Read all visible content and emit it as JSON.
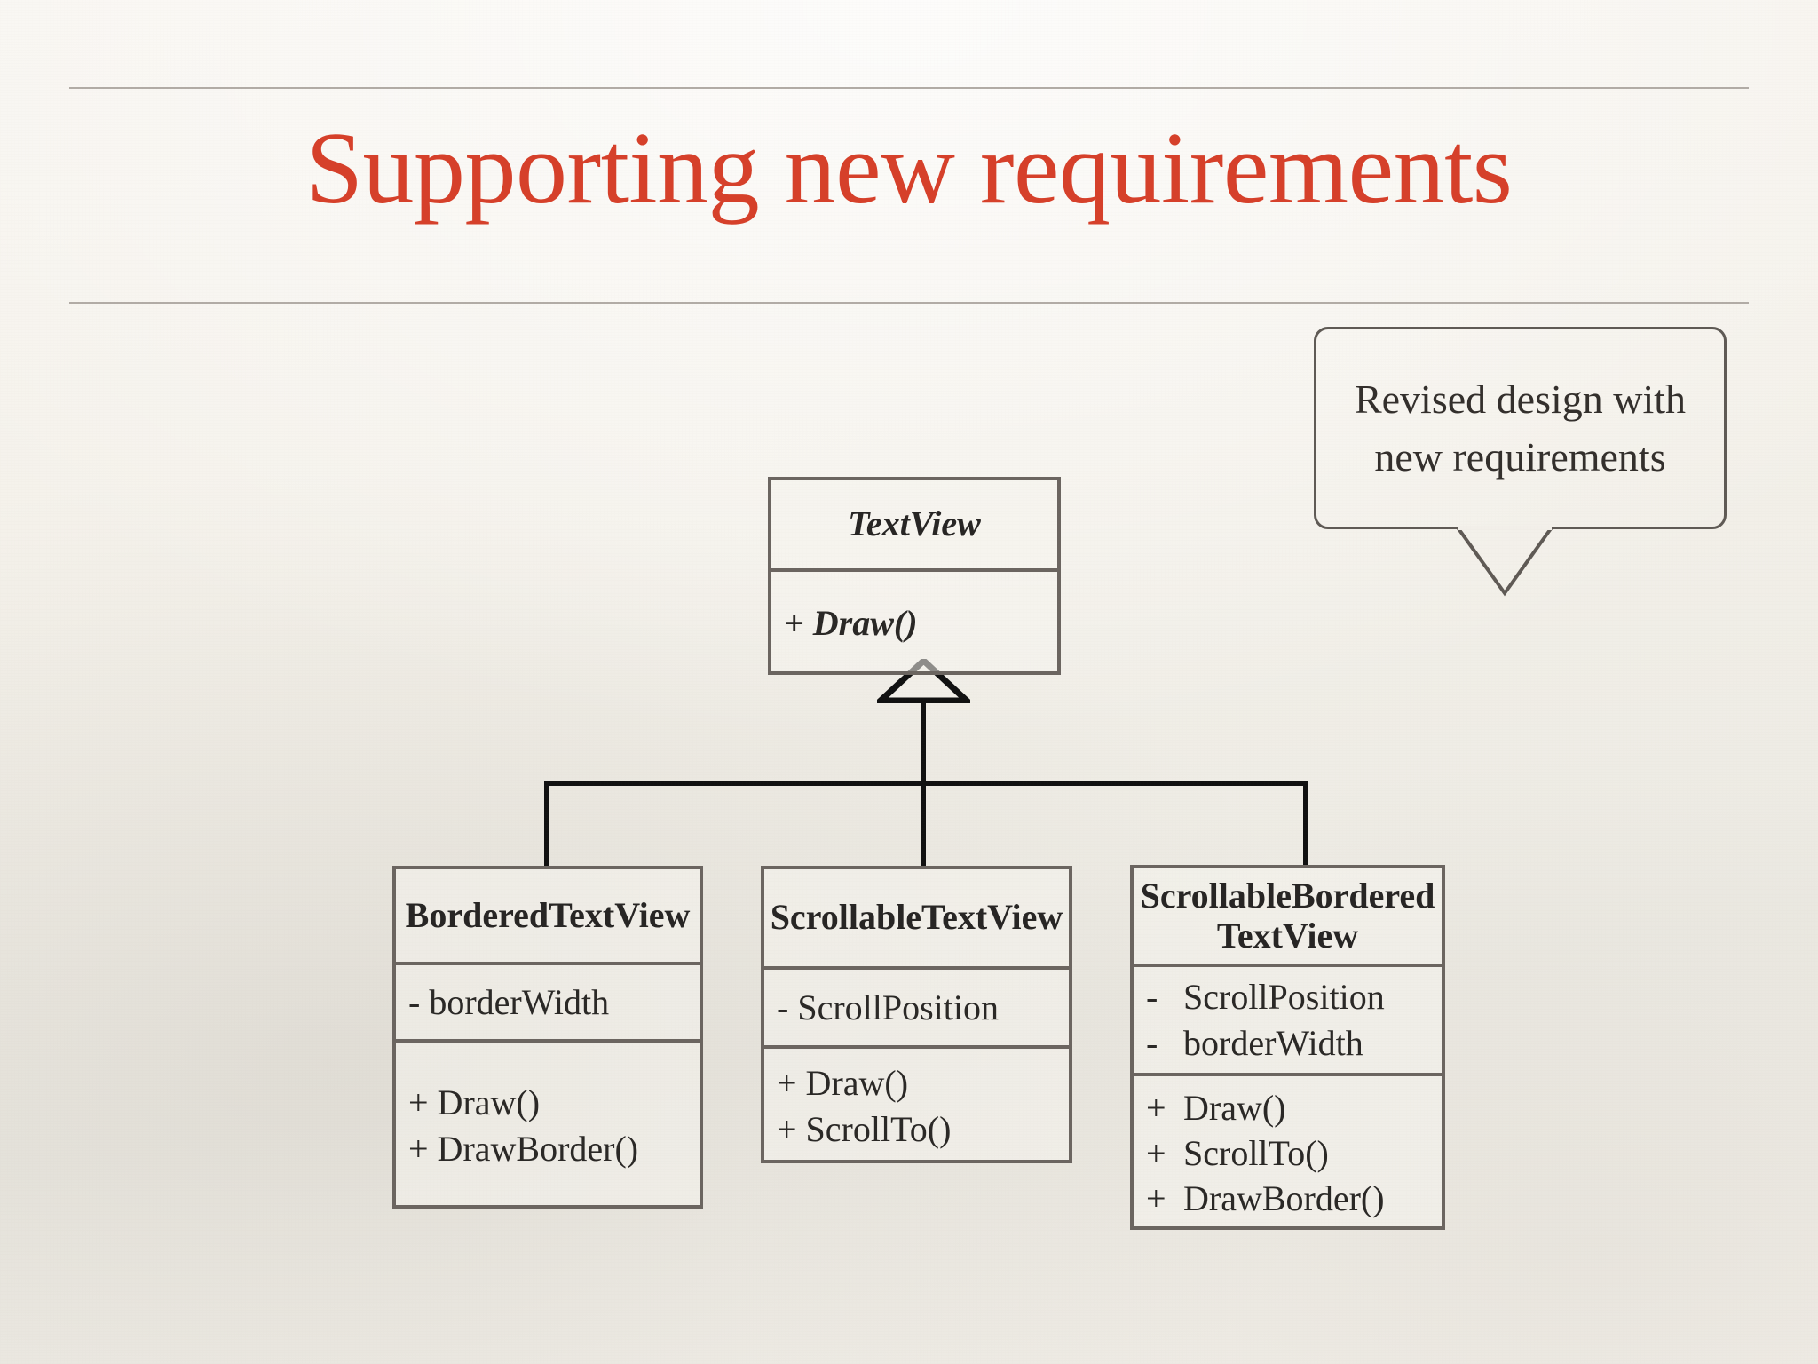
{
  "slide": {
    "title": "Supporting new requirements",
    "title_color": "#d6402a",
    "background_color": "#f4f1ea",
    "rule_color": "#b2aca6"
  },
  "callout": {
    "text": "Revised design with new requirements",
    "line1": "Revised design with",
    "line2": "new requirements",
    "border_color": "#5f5a55"
  },
  "diagram": {
    "type": "uml-class-diagram",
    "relationship": "generalization",
    "line_color": "#111111",
    "box_border_color": "#6b6560",
    "classes": [
      {
        "id": "textview",
        "name": "TextView",
        "abstract": true,
        "attributes": [],
        "operations": [
          {
            "visibility": "+",
            "label": "+ Draw()"
          }
        ]
      },
      {
        "id": "borderedtextview",
        "name": "BorderedTextView",
        "abstract": false,
        "attributes": [
          {
            "visibility": "-",
            "label": "- borderWidth"
          }
        ],
        "operations": [
          {
            "visibility": "+",
            "label": "+ Draw()"
          },
          {
            "visibility": "+",
            "label": "+ DrawBorder()"
          }
        ]
      },
      {
        "id": "scrollabletextview",
        "name": "ScrollableTextView",
        "abstract": false,
        "attributes": [
          {
            "visibility": "-",
            "label": "- ScrollPosition"
          }
        ],
        "operations": [
          {
            "visibility": "+",
            "label": "+ Draw()"
          },
          {
            "visibility": "+",
            "label": "+ ScrollTo()"
          }
        ]
      },
      {
        "id": "scrollableborderedtextview",
        "name_line1": "ScrollableBordered",
        "name_line2": "TextView",
        "name": "ScrollableBorderedTextView",
        "abstract": false,
        "attributes": [
          {
            "visibility": "-",
            "name": "ScrollPosition"
          },
          {
            "visibility": "-",
            "name": "borderWidth"
          }
        ],
        "operations": [
          {
            "visibility": "+",
            "name": "Draw()"
          },
          {
            "visibility": "+",
            "name": "ScrollTo()"
          },
          {
            "visibility": "+",
            "name": "DrawBorder()"
          }
        ]
      }
    ]
  }
}
